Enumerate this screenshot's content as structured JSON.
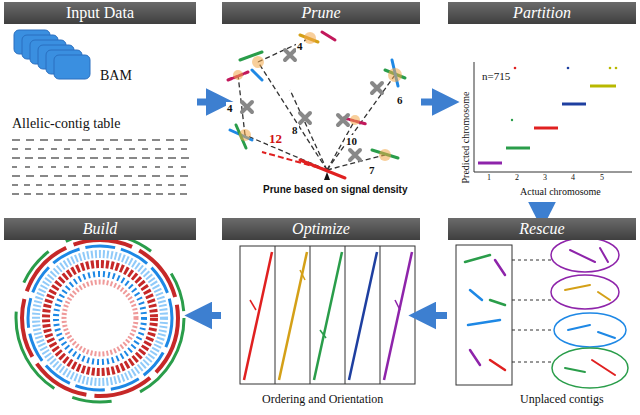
{
  "diagram": {
    "nodes": [
      {
        "text": [
          "Input Data"
        ]
      },
      {
        "text": [
          "Prune"
        ]
      },
      {
        "text": [
          "Partition"
        ]
      },
      {
        "text": [
          "Rescue"
        ]
      },
      {
        "text": [
          "Optimize"
        ]
      },
      {
        "text": [
          "Build"
        ]
      }
    ],
    "edges": [
      {
        "from": 0,
        "to": 1,
        "arrow": "to"
      },
      {
        "from": 1,
        "to": 2,
        "arrow": "to"
      },
      {
        "from": 2,
        "to": 3,
        "arrow": "to"
      },
      {
        "from": 3,
        "to": 4,
        "arrow": "to"
      },
      {
        "from": 4,
        "to": 5,
        "arrow": "to"
      }
    ],
    "labels": [
      "BAM",
      "Allelic-contig table",
      "4",
      "4",
      "8",
      "12",
      "10",
      "6",
      "7",
      "Prune based on signal density",
      "n=715",
      "Predicted chromosome",
      "Actual chromosome",
      "1",
      "2",
      "3",
      "4",
      "5",
      "Ordering and Orientation",
      "Unplaced contigs"
    ]
  }
}
